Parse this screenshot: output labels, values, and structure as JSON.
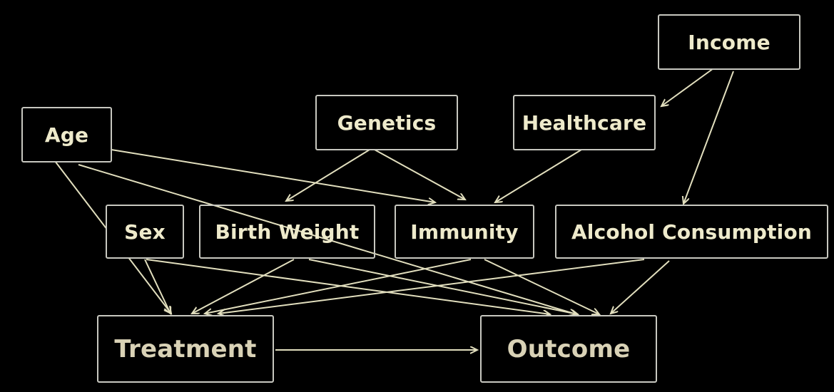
{
  "colors": {
    "background": "#000000",
    "node_text": "#eeeacb",
    "node_text_large": "#d9d2b6",
    "node_border": "#c8c8c0",
    "edge": "#e2dfbe"
  },
  "nodes": {
    "income": "Income",
    "age": "Age",
    "genetics": "Genetics",
    "healthcare": "Healthcare",
    "sex": "Sex",
    "birth_weight": "Birth Weight",
    "immunity": "Immunity",
    "alcohol": "Alcohol Consumption",
    "treatment": "Treatment",
    "outcome": "Outcome"
  },
  "edges": [
    {
      "from": "income",
      "to": "healthcare"
    },
    {
      "from": "income",
      "to": "alcohol"
    },
    {
      "from": "age",
      "to": "immunity"
    },
    {
      "from": "age",
      "to": "treatment"
    },
    {
      "from": "age",
      "to": "outcome"
    },
    {
      "from": "genetics",
      "to": "birth_weight"
    },
    {
      "from": "genetics",
      "to": "immunity"
    },
    {
      "from": "healthcare",
      "to": "immunity"
    },
    {
      "from": "sex",
      "to": "treatment"
    },
    {
      "from": "sex",
      "to": "outcome"
    },
    {
      "from": "birth_weight",
      "to": "treatment"
    },
    {
      "from": "birth_weight",
      "to": "outcome"
    },
    {
      "from": "immunity",
      "to": "treatment"
    },
    {
      "from": "immunity",
      "to": "outcome"
    },
    {
      "from": "alcohol",
      "to": "treatment"
    },
    {
      "from": "alcohol",
      "to": "outcome"
    },
    {
      "from": "treatment",
      "to": "outcome"
    }
  ]
}
